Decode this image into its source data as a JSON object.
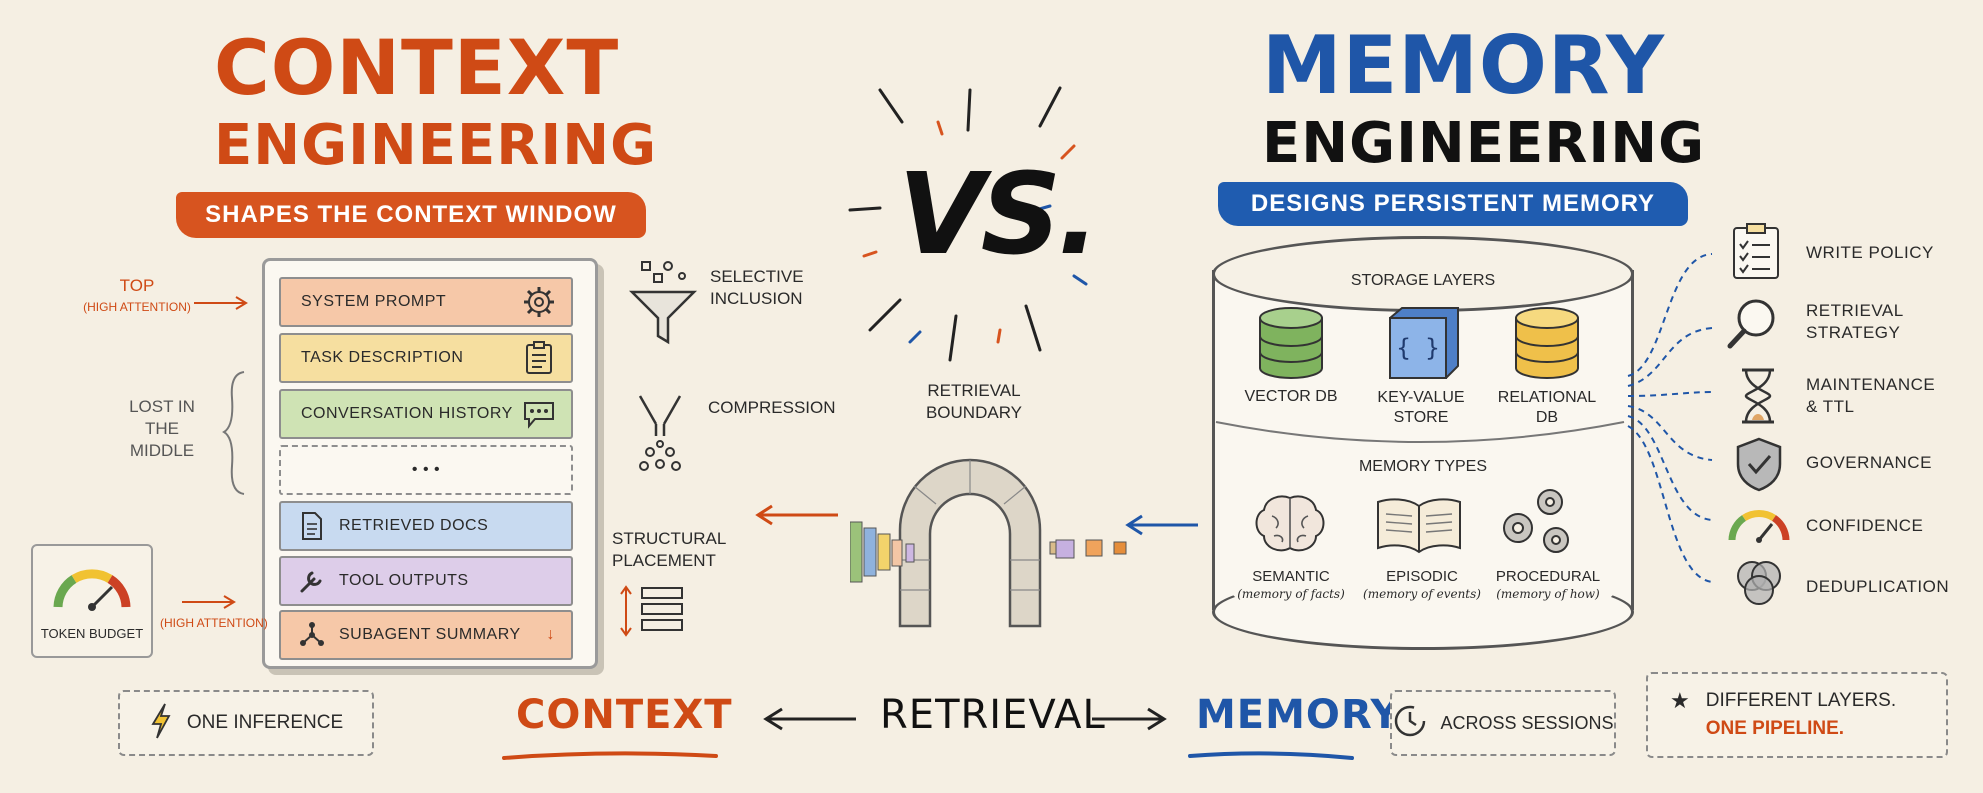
{
  "context": {
    "title_line1": "CONTEXT",
    "title_line2": "ENGINEERING",
    "banner": "SHAPES THE CONTEXT WINDOW",
    "top_label": "TOP",
    "top_sub": "(HIGH ATTENTION)",
    "lost_label": "LOST IN THE MIDDLE",
    "bottom_sub": "(HIGH ATTENTION)",
    "layers": [
      {
        "label": "SYSTEM PROMPT",
        "icon": "gear-icon",
        "color": "#f6c8a8"
      },
      {
        "label": "TASK DESCRIPTION",
        "icon": "clipboard-icon",
        "color": "#f6dfa0"
      },
      {
        "label": "CONVERSATION HISTORY",
        "icon": "chat-bubble-icon",
        "color": "#cfe3b4"
      },
      {
        "label": "• • •",
        "icon": "",
        "color": "#fbf8f1"
      },
      {
        "label": "RETRIEVED DOCS",
        "icon": "document-icon",
        "color": "#c8daf0"
      },
      {
        "label": "TOOL OUTPUTS",
        "icon": "wrench-icon",
        "color": "#ddcde9"
      },
      {
        "label": "SUBAGENT SUMMARY",
        "icon": "network-icon",
        "color": "#f6c8a8"
      }
    ],
    "token_budget": "TOKEN BUDGET",
    "techniques": [
      {
        "label": "SELECTIVE INCLUSION",
        "icon": "funnel-icon"
      },
      {
        "label": "COMPRESSION",
        "icon": "compress-icon"
      },
      {
        "label": "STRUCTURAL PLACEMENT",
        "icon": "stack-order-icon"
      }
    ]
  },
  "vs": "VS.",
  "boundary": {
    "label": "RETRIEVAL BOUNDARY"
  },
  "memory": {
    "title_line1": "MEMORY",
    "title_line2": "ENGINEERING",
    "banner": "DESIGNS PERSISTENT MEMORY",
    "storage_title": "STORAGE LAYERS",
    "storage": [
      {
        "label": "VECTOR DB",
        "icon": "database-green-icon"
      },
      {
        "label": "KEY-VALUE STORE",
        "icon": "key-value-cube-icon"
      },
      {
        "label": "RELATIONAL DB",
        "icon": "database-yellow-icon"
      }
    ],
    "types_title": "MEMORY TYPES",
    "types": [
      {
        "label": "SEMANTIC",
        "sub": "(memory of facts)",
        "icon": "brain-icon"
      },
      {
        "label": "EPISODIC",
        "sub": "(memory of events)",
        "icon": "open-book-icon"
      },
      {
        "label": "PROCEDURAL",
        "sub": "(memory of how)",
        "icon": "gears-icon"
      }
    ],
    "policies": [
      {
        "label": "WRITE POLICY",
        "icon": "checklist-icon"
      },
      {
        "label": "RETRIEVAL STRATEGY",
        "icon": "magnifier-icon"
      },
      {
        "label": "MAINTENANCE & TTL",
        "icon": "hourglass-icon"
      },
      {
        "label": "GOVERNANCE",
        "icon": "shield-icon"
      },
      {
        "label": "CONFIDENCE",
        "icon": "gauge-icon"
      },
      {
        "label": "DEDUPLICATION",
        "icon": "venn-icon"
      }
    ]
  },
  "footer": {
    "one_inference": "ONE INFERENCE",
    "context": "CONTEXT",
    "retrieval": "RETRIEVAL",
    "memory": "MEMORY",
    "across_sessions": "ACROSS SESSIONS",
    "tagline1": "DIFFERENT LAYERS.",
    "tagline2": "ONE PIPELINE."
  },
  "colors": {
    "context": "#cf4a15",
    "memory": "#1f56a8"
  }
}
